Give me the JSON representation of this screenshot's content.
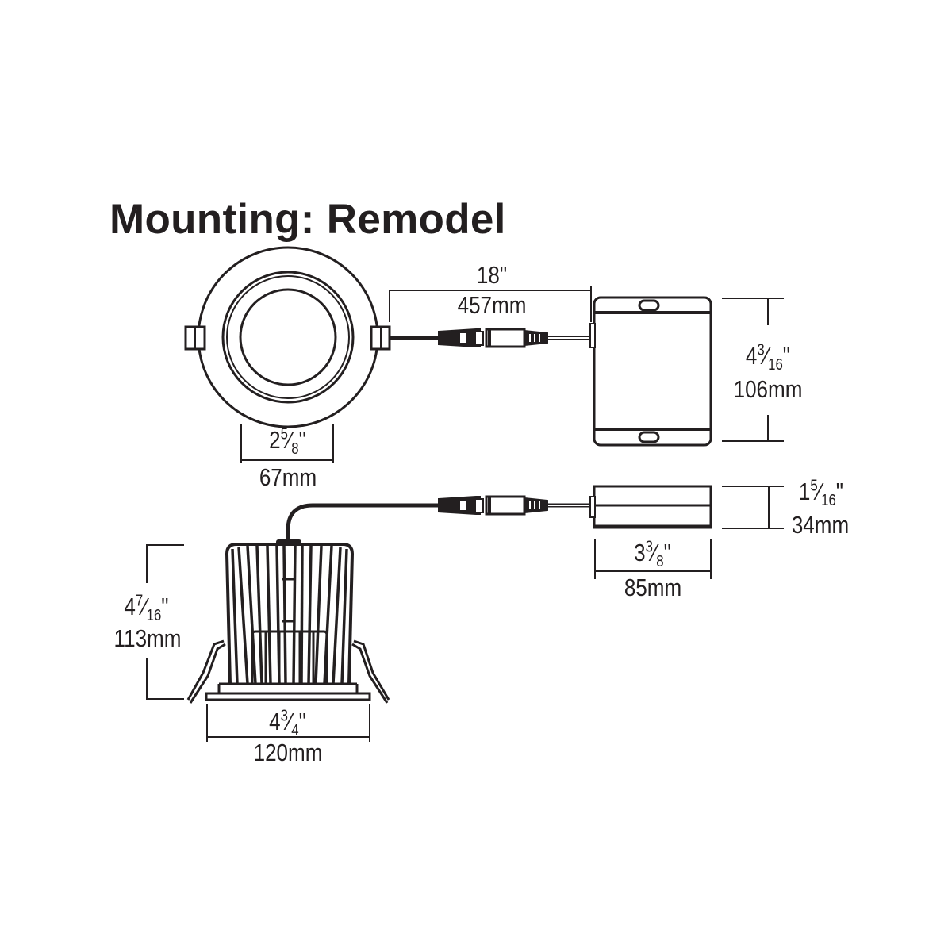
{
  "title": "Mounting: Remodel",
  "colors": {
    "ink": "#231f20",
    "background": "#ffffff"
  },
  "components": {
    "fixture_top_view": {
      "label": "fixture-top-view"
    },
    "cable_connector": {
      "label": "quick-connector"
    },
    "junction_box_top_view": {
      "label": "driver-junction-box-top"
    },
    "fixture_side_view": {
      "label": "fixture-side-view"
    },
    "junction_box_side_view": {
      "label": "driver-junction-box-side"
    }
  },
  "dimensions": {
    "cable_length": {
      "imperial": "18\"",
      "metric": "457mm"
    },
    "aperture_diameter": {
      "imperial_whole": "2",
      "imperial_num": "5",
      "imperial_den": "8",
      "imperial": "2 5/8\"",
      "metric": "67mm"
    },
    "box_height_top": {
      "imperial_whole": "4",
      "imperial_num": "3",
      "imperial_den": "16",
      "imperial": "4 3/16\"",
      "metric": "106mm"
    },
    "box_height_side": {
      "imperial_whole": "1",
      "imperial_num": "5",
      "imperial_den": "16",
      "imperial": "1 5/16\"",
      "metric": "34mm"
    },
    "box_width_side": {
      "imperial_whole": "3",
      "imperial_num": "3",
      "imperial_den": "8",
      "imperial": "3 3/8\"",
      "metric": "85mm"
    },
    "fixture_height": {
      "imperial_whole": "4",
      "imperial_num": "7",
      "imperial_den": "16",
      "imperial": "4 7/16\"",
      "metric": "113mm"
    },
    "fixture_width": {
      "imperial_whole": "4",
      "imperial_num": "3",
      "imperial_den": "4",
      "imperial": "4 3/4\"",
      "metric": "120mm"
    }
  },
  "inch_mark": "\""
}
